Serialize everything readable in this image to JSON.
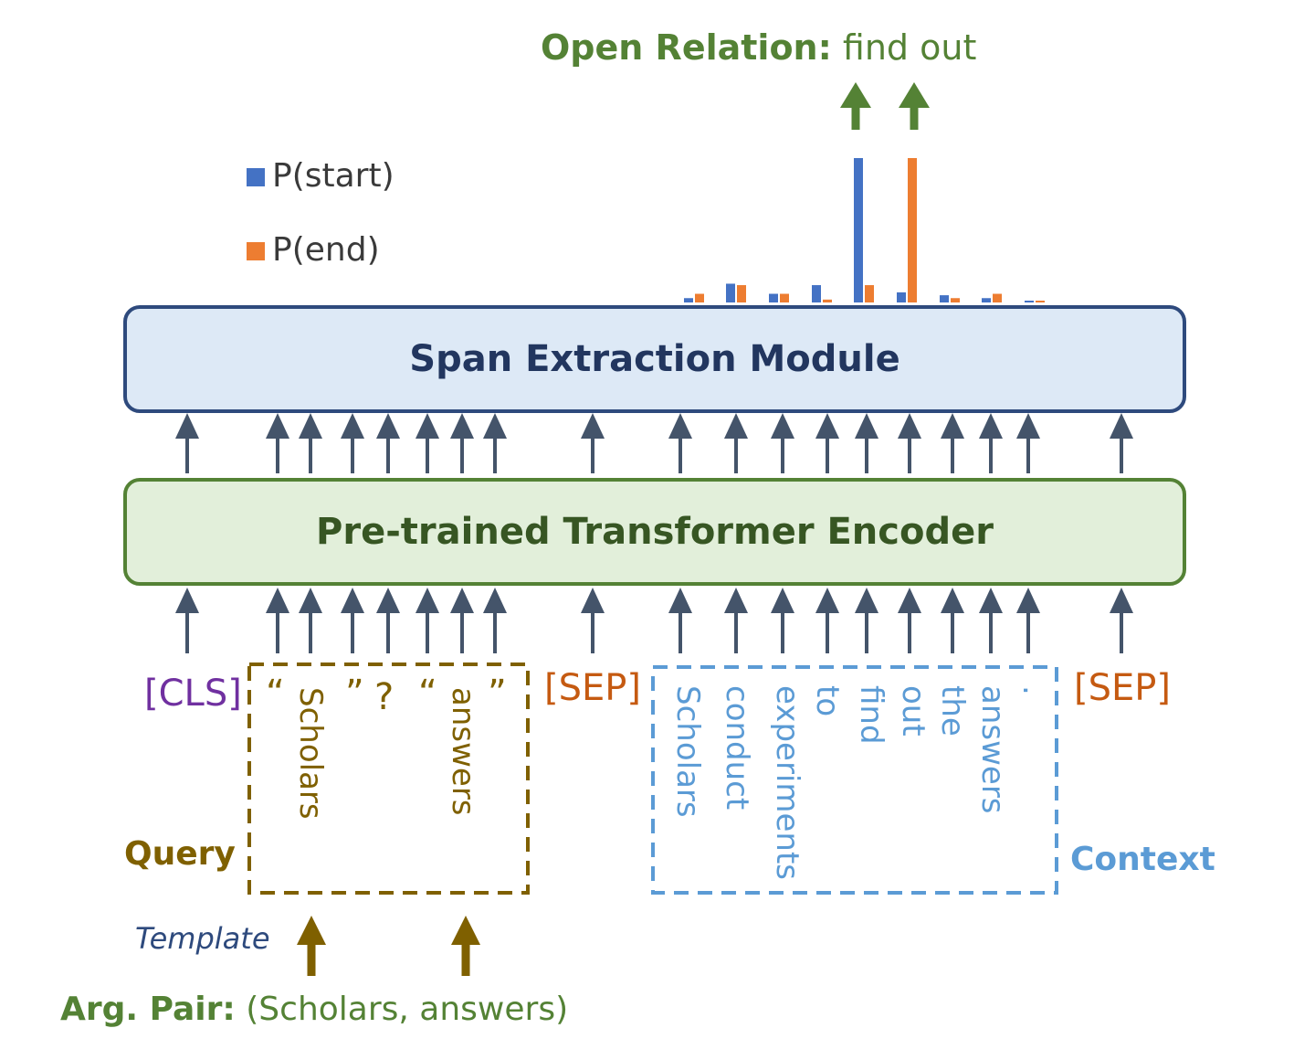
{
  "colors": {
    "green": "#548235",
    "olive": "#7f6000",
    "blue_ctx": "#5b9bd5",
    "purple": "#7030a0",
    "orange_sep": "#c55a11",
    "start_bar": "#4472c4",
    "end_bar": "#ed7d31",
    "arrow_gray": "#44546a"
  },
  "open_relation": {
    "label": "Open Relation:",
    "value": "find out"
  },
  "legend": {
    "start": "P(start)",
    "end": "P(end)"
  },
  "chart_data": {
    "type": "bar",
    "series": [
      {
        "name": "P(start)",
        "values": [
          0.03,
          0.13,
          0.06,
          0.12,
          1.0,
          0.07,
          0.05,
          0.03,
          0.01
        ]
      },
      {
        "name": "P(end)",
        "values": [
          0.06,
          0.12,
          0.06,
          0.02,
          0.12,
          1.0,
          0.03,
          0.06,
          0.01
        ]
      }
    ]
  },
  "modules": {
    "span": "Span Extraction Module",
    "encoder": "Pre-trained Transformer Encoder"
  },
  "tokens": {
    "cls": "[CLS]",
    "sep1": "[SEP]",
    "sep2": "[SEP]",
    "query": [
      "“",
      "Scholars",
      "”",
      "?",
      "“",
      "answers",
      "”"
    ],
    "context": [
      "Scholars",
      "conduct",
      "experiments",
      "to",
      "find",
      "out",
      "the",
      "answers",
      "."
    ]
  },
  "labels": {
    "query": "Query",
    "context": "Context",
    "template": "Template"
  },
  "arg_pair": {
    "label": "Arg. Pair:",
    "value": "(Scholars, answers)"
  }
}
